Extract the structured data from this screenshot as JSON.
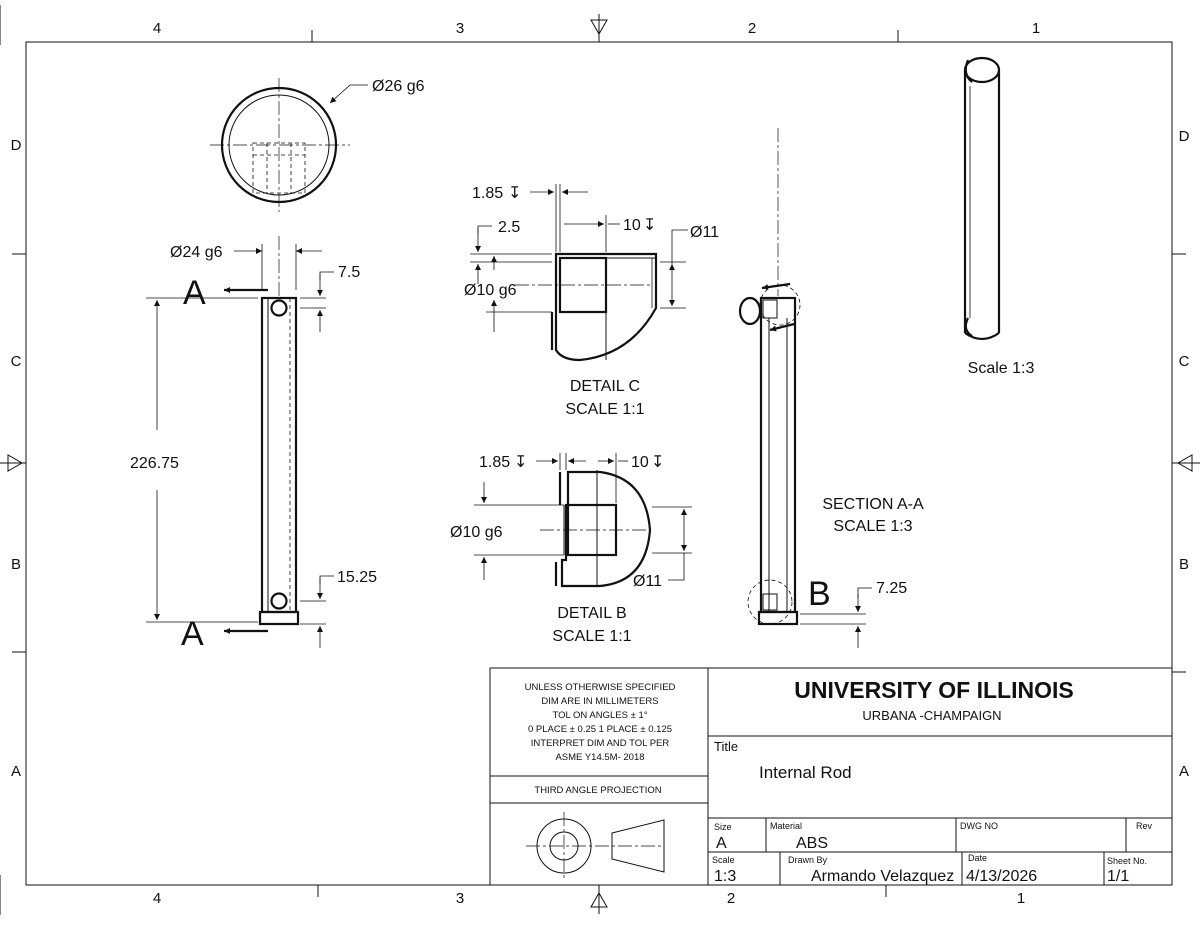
{
  "zone_numbers": [
    "4",
    "3",
    "2",
    "1"
  ],
  "zone_letters": [
    "D",
    "C",
    "B",
    "A"
  ],
  "views": {
    "top_view": {
      "dia_callout": "Ø26 g6"
    },
    "front_view": {
      "width_callout": "Ø24 g6",
      "length": "226.75",
      "top_offset": "7.5",
      "bottom_offset": "15.25",
      "section_letter_top": "A",
      "section_letter_bottom": "A"
    },
    "detail_c": {
      "depth": "1.85",
      "chamfer": "2.5",
      "bore_depth": "10",
      "outer_dia": "Ø11",
      "bore_dia": "Ø10 g6",
      "title": "DETAIL C",
      "scale": "SCALE 1:1"
    },
    "detail_b": {
      "depth": "1.85",
      "bore_depth": "10",
      "bore_dia": "Ø10 g6",
      "outer_dia": "Ø11",
      "title": "DETAIL B",
      "scale": "SCALE 1:1"
    },
    "section_aa": {
      "title": "SECTION A-A",
      "scale": "SCALE 1:3",
      "detail_letter": "B",
      "offset": "7.25"
    },
    "iso_view": {
      "scale": "Scale 1:3"
    }
  },
  "title_block": {
    "notes": [
      "UNLESS OTHERWISE SPECIFIED",
      "DIM ARE IN MILLIMETERS",
      "TOL ON ANGLES ± 1°",
      "0 PLACE ± 0.25  1 PLACE ± 0.125",
      "INTERPRET DIM AND TOL PER",
      "ASME Y14.5M- 2018"
    ],
    "projection": "THIRD ANGLE PROJECTION",
    "university": "UNIVERSITY OF ILLINOIS",
    "campus": "URBANA -CHAMPAIGN",
    "title_label": "Title",
    "title_value": "Internal Rod",
    "size_label": "Size",
    "size_value": "A",
    "material_label": "Material",
    "material_value": "ABS",
    "dwg_label": "DWG NO",
    "rev_label": "Rev",
    "scale_label": "Scale",
    "scale_value": "1:3",
    "drawn_label": "Drawn By",
    "drawn_value": "Armando Velazquez",
    "date_label": "Date",
    "date_value": "4/13/2026",
    "sheet_label": "Sheet No.",
    "sheet_value": "1/1"
  }
}
